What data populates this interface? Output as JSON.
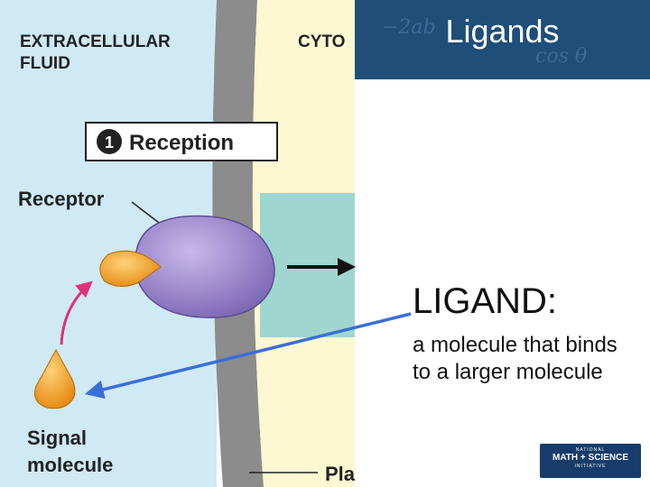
{
  "slide": {
    "title": "Ligands",
    "header_math": [
      "−2ab",
      "cos θ"
    ]
  },
  "figure": {
    "extracellular_label": [
      "EXTRACELLULAR",
      "FLUID"
    ],
    "cytoplasm_label": "CYTO",
    "step_number": "1",
    "step_label": "Reception",
    "receptor_label": "Receptor",
    "signal_label": [
      "Signal",
      "molecule"
    ],
    "membrane_label": "Pla",
    "colors": {
      "extracellular": "#cfe9f5",
      "membrane": "#8c8c8c",
      "cytoplasm": "#fdf7d2",
      "receptor": "#9a86c9",
      "ligand": "#f4a020",
      "arrow_magenta": "#e0327a",
      "callout_blue": "#3a6fd8",
      "teal_box": "#9fd6d0"
    }
  },
  "definition": {
    "term": "LIGAND:",
    "text": "a molecule that binds to a larger molecule"
  },
  "logo": {
    "lines": [
      "NATIONAL",
      "MATH + SCIENCE",
      "INITIATIVE"
    ]
  }
}
